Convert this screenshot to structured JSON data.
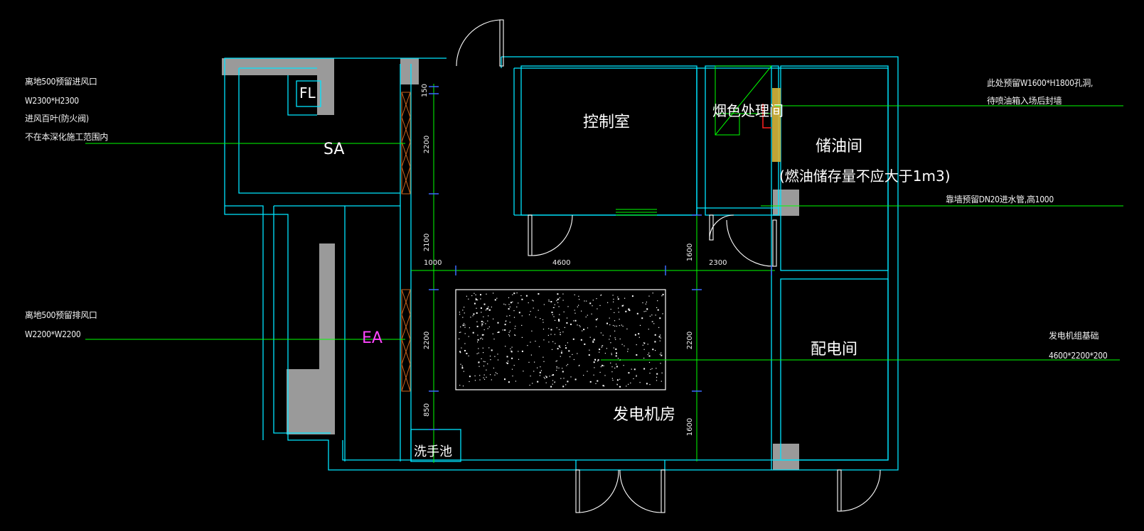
{
  "annotations": {
    "top_left": [
      "离地500预留进风口",
      "W2300*H2300",
      "进风百叶(防火阀)",
      "不在本深化施工范围内"
    ],
    "bottom_left": [
      "离地500预留排风口",
      "W2200*W2200"
    ],
    "top_right": [
      "此处预留W1600*H1800孔洞,",
      "待喷油箱入场后封墙"
    ],
    "middle_right": "靠墙预留DN20进水管,高1000",
    "bottom_right": [
      "发电机组基础",
      "4600*2200*200"
    ]
  },
  "rooms": {
    "control_room": "控制室",
    "smoke_treatment": "烟色处理间",
    "oil_storage": "储油间",
    "oil_storage_note": "(燃油储存量不应大于1m3)",
    "distribution_room": "配电间",
    "generator_room": "发电机房",
    "wash_basin": "洗手池"
  },
  "labels": {
    "supply_air": "SA",
    "exhaust_air": "EA",
    "floor_drain": "FL"
  },
  "dimensions": {
    "horizontal": [
      "1000",
      "4600",
      "2300"
    ],
    "vertical_left": [
      "150",
      "2200",
      "2100",
      "2200",
      "850"
    ],
    "vertical_right": [
      "1600",
      "2200",
      "1600"
    ]
  },
  "colors": {
    "background": "#000000",
    "wall": "#00e5ff",
    "column": "#9a9a9a",
    "leader": "#00ff00",
    "ea_label": "#ff44ff",
    "louver": "#c8641e",
    "hatch": "#d6b63a"
  }
}
